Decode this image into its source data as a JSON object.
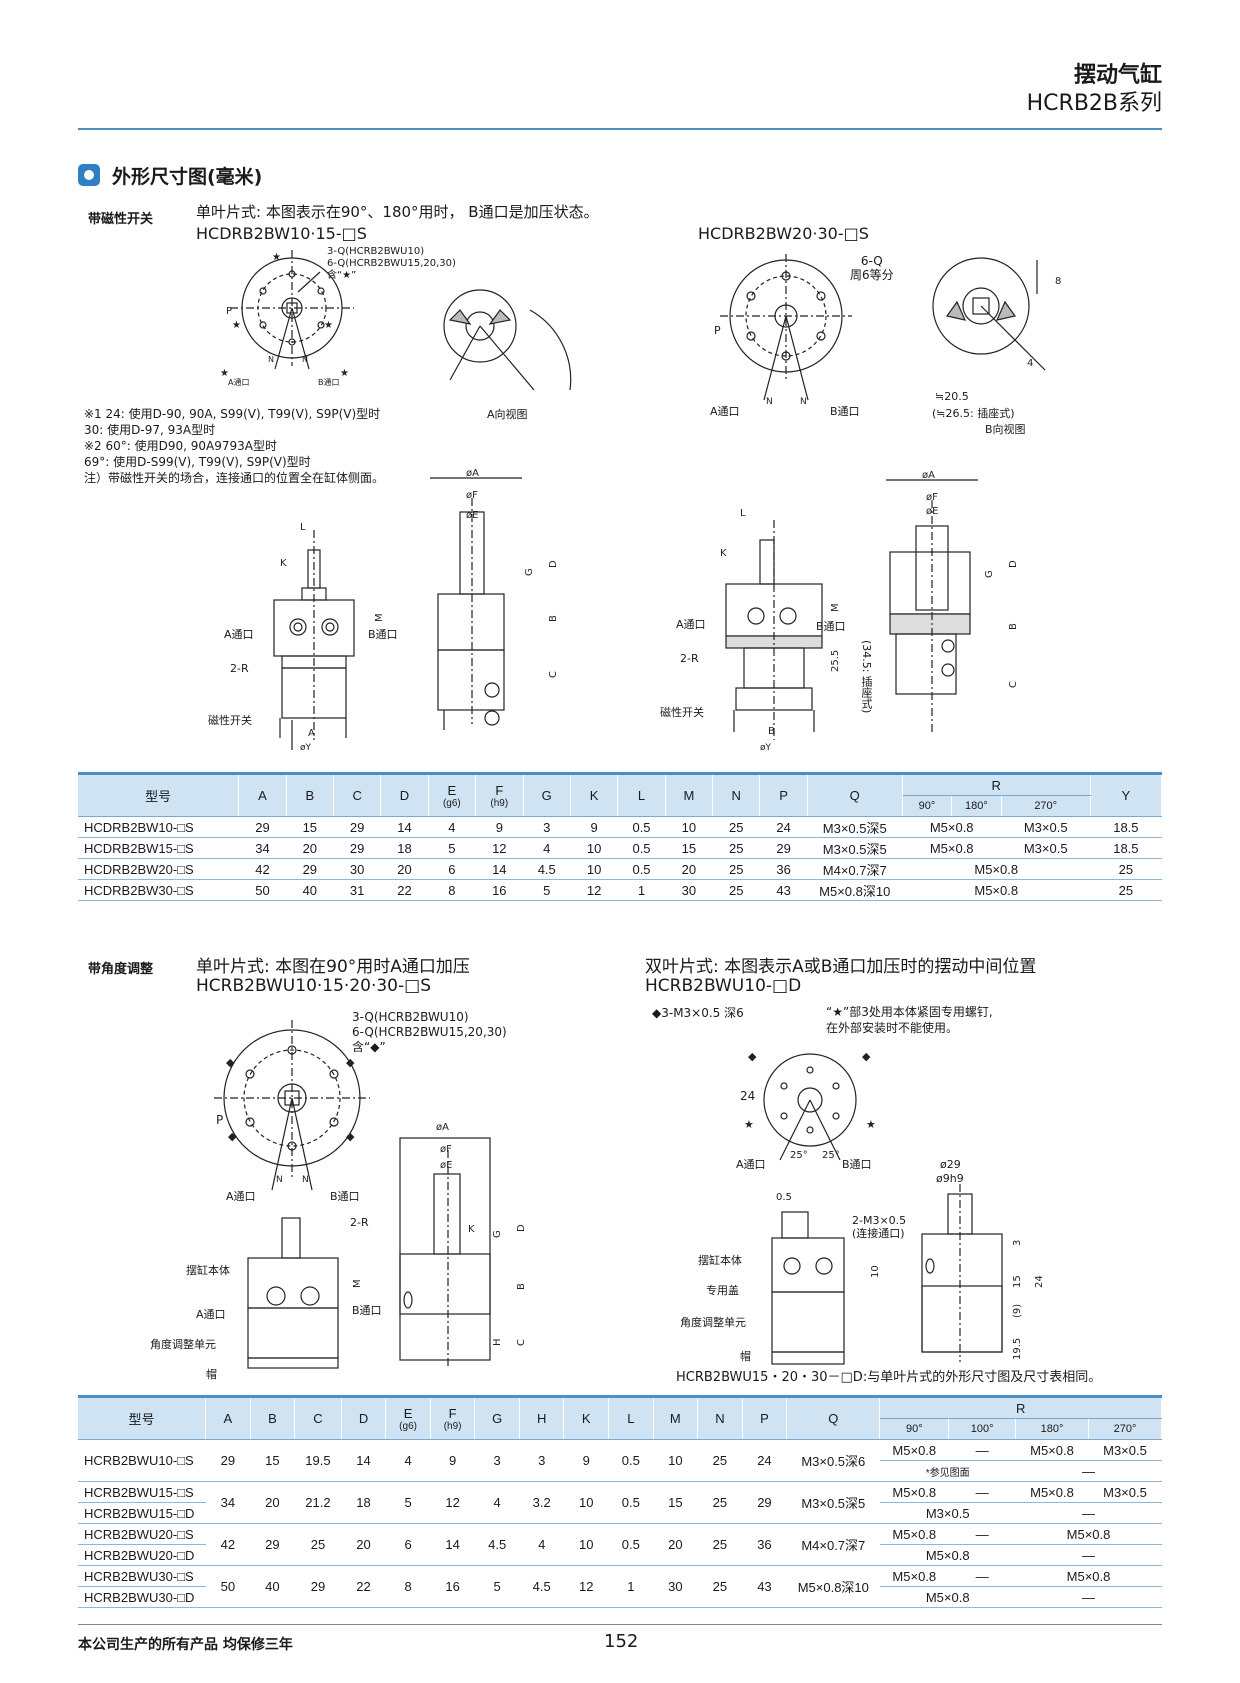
{
  "header": {
    "title": "摆动气缸",
    "series": "HCRB2B系列"
  },
  "section": {
    "title": "外形尺寸图(毫米)"
  },
  "part1": {
    "side_label": "带磁性开关",
    "caption": "单叶片式: 本图表示在90°、180°用时，  B通口是加压状态。",
    "model_left": "HCDRB2BW10·15-□S",
    "model_right": "HCDRB2BW20·30-□S",
    "callout_q1": "3-Q(HCRB2BWU10)",
    "callout_q2": "6-Q(HCRB2BWU15,20,30)",
    "callout_q3": "含“★”",
    "callout_6q": "6-Q",
    "callout_6q2": "周6等分",
    "view_a": "A向视图",
    "view_b": "B向视图",
    "dim_20_5": "≒20.5",
    "dim_26_5": "(≒26.5: 插座式)",
    "notes": [
      "※1  24: 使用D-90, 90A, S99(V), T99(V), S9P(V)型时",
      "       30: 使用D-97, 93A型时",
      "※2  60°: 使用D90, 90A9793A型时",
      "       69°: 使用D-S99(V), T99(V), S9P(V)型时",
      "注）带磁性开关的场合，连接通口的位置全在缸体侧面。"
    ],
    "lbl_a_port": "A通口",
    "lbl_b_port": "B通口",
    "lbl_2r": "2-R",
    "lbl_switch": "磁性开关",
    "lbl_insert": "(34.5: 插座式)"
  },
  "table1": {
    "headers": [
      "型号",
      "A",
      "B",
      "C",
      "D",
      "E",
      "F",
      "G",
      "K",
      "L",
      "M",
      "N",
      "P",
      "Q",
      "R",
      "Y"
    ],
    "e_sub": "(g6)",
    "f_sub": "(h9)",
    "r_sub": [
      "90°",
      "180°",
      "270°"
    ],
    "rows": [
      {
        "model": "HCDRB2BW10-□S",
        "A": "29",
        "B": "15",
        "C": "29",
        "D": "14",
        "E": "4",
        "F": "9",
        "G": "3",
        "K": "9",
        "L": "0.5",
        "M": "10",
        "N": "25",
        "P": "24",
        "Q": "M3×0.5深5",
        "R1": "M5×0.8",
        "R2": "M3×0.5",
        "Y": "18.5"
      },
      {
        "model": "HCDRB2BW15-□S",
        "A": "34",
        "B": "20",
        "C": "29",
        "D": "18",
        "E": "5",
        "F": "12",
        "G": "4",
        "K": "10",
        "L": "0.5",
        "M": "15",
        "N": "25",
        "P": "29",
        "Q": "M3×0.5深5",
        "R1": "M5×0.8",
        "R2": "M3×0.5",
        "Y": "18.5"
      },
      {
        "model": "HCDRB2BW20-□S",
        "A": "42",
        "B": "29",
        "C": "30",
        "D": "20",
        "E": "6",
        "F": "14",
        "G": "4.5",
        "K": "10",
        "L": "0.5",
        "M": "20",
        "N": "25",
        "P": "36",
        "Q": "M4×0.7深7",
        "R1": "M5×0.8",
        "R2": "",
        "Y": "25"
      },
      {
        "model": "HCDRB2BW30-□S",
        "A": "50",
        "B": "40",
        "C": "31",
        "D": "22",
        "E": "8",
        "F": "16",
        "G": "5",
        "K": "12",
        "L": "1",
        "M": "30",
        "N": "25",
        "P": "43",
        "Q": "M5×0.8深10",
        "R1": "M5×0.8",
        "R2": "",
        "Y": "25"
      }
    ]
  },
  "part2": {
    "side_label": "带角度调整",
    "caption_left": "单叶片式: 本图在90°用时A通口加压",
    "model_left": "HCRB2BWU10·15·20·30-□S",
    "caption_right": "双叶片式: 本图表示A或B通口加压时的摆动中间位置",
    "model_right": "HCRB2BWU10-□D",
    "callout_q1": "3-Q(HCRB2BWU10)",
    "callout_q2": "6-Q(HCRB2BWU15,20,30)",
    "callout_q3": "含“◆”",
    "callout_m3": "◆3-M3×0.5 深6",
    "callout_star": "“★”部3处用本体紧固专用螺钉,",
    "callout_star2": "在外部安装时不能使用。",
    "lbl_body": "摆缸本体",
    "lbl_a_port": "A通口",
    "lbl_b_port": "B通口",
    "lbl_angle": "角度调整单元",
    "lbl_cap": "帽",
    "lbl_2r": "2-R",
    "lbl_cover": "专用盖",
    "lbl_2m3": "2-M3×0.5",
    "lbl_2m3b": "(连接通口)",
    "d29": "ø29",
    "d9h9": "ø9h9",
    "footnote": "HCRB2BWU15・20・30－□D:与单叶片式的外形尺寸图及尺寸表相同。"
  },
  "table2": {
    "headers": [
      "型号",
      "A",
      "B",
      "C",
      "D",
      "E",
      "F",
      "G",
      "H",
      "K",
      "L",
      "M",
      "N",
      "P",
      "Q",
      "R"
    ],
    "e_sub": "(g6)",
    "f_sub": "(h9)",
    "r_sub": [
      "90°",
      "100°",
      "180°",
      "270°"
    ],
    "ref_note": "*参见图面",
    "dash": "—",
    "rows": [
      {
        "models": [
          "HCRB2BWU10-□S"
        ],
        "A": "29",
        "B": "15",
        "C": "19.5",
        "D": "14",
        "E": "4",
        "F": "9",
        "G": "3",
        "H": "3",
        "K": "9",
        "L": "0.5",
        "M": "10",
        "N": "25",
        "P": "24",
        "Q": "M3×0.5深6",
        "r_top": [
          "M5×0.8",
          "—",
          "M5×0.8",
          "M3×0.5"
        ],
        "r_bot": "ref"
      },
      {
        "models": [
          "HCRB2BWU15-□S",
          "HCRB2BWU15-□D"
        ],
        "A": "34",
        "B": "20",
        "C": "21.2",
        "D": "18",
        "E": "5",
        "F": "12",
        "G": "4",
        "H": "3.2",
        "K": "10",
        "L": "0.5",
        "M": "15",
        "N": "25",
        "P": "29",
        "Q": "M3×0.5深5",
        "r_top": [
          "M5×0.8",
          "—",
          "M5×0.8",
          "M3×0.5"
        ],
        "r_bot": "M3×0.5"
      },
      {
        "models": [
          "HCRB2BWU20-□S",
          "HCRB2BWU20-□D"
        ],
        "A": "42",
        "B": "29",
        "C": "25",
        "D": "20",
        "E": "6",
        "F": "14",
        "G": "4.5",
        "H": "4",
        "K": "10",
        "L": "0.5",
        "M": "20",
        "N": "25",
        "P": "36",
        "Q": "M4×0.7深7",
        "r_top": [
          "M5×0.8",
          "—",
          "M5×0.8"
        ],
        "r_bot": "M5×0.8"
      },
      {
        "models": [
          "HCRB2BWU30-□S",
          "HCRB2BWU30-□D"
        ],
        "A": "50",
        "B": "40",
        "C": "29",
        "D": "22",
        "E": "8",
        "F": "16",
        "G": "5",
        "H": "4.5",
        "K": "12",
        "L": "1",
        "M": "30",
        "N": "25",
        "P": "43",
        "Q": "M5×0.8深10",
        "r_top": [
          "M5×0.8",
          "—",
          "M5×0.8"
        ],
        "r_bot": "M5×0.8"
      }
    ]
  },
  "footer": {
    "warranty": "本公司生产的所有产品  均保修三年",
    "page": "152"
  }
}
